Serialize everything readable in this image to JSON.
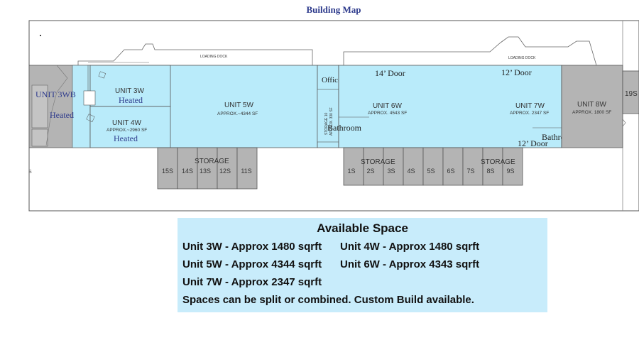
{
  "map_title": "Building Map",
  "labels": {
    "loading_dock_left": "LOADING DOCK",
    "loading_dock_right": "LOADING DOCK",
    "unit_3wb": "UNIT 3WB",
    "heated_3wb": "Heated",
    "unit_3w": "UNIT 3W",
    "heated_3w": "Heated",
    "unit_4w": "UNIT 4W",
    "unit_4w_sf": "APPROX.~2960 SF",
    "heated_4w": "Heated",
    "unit_5w": "UNIT 5W",
    "unit_5w_sf": "APPROX.~4344 SF",
    "office": "Office",
    "door_14": "14’ Door",
    "door_12_top": "12’ Door",
    "unit_6w": "UNIT 6W",
    "unit_6w_sf": "APPROX. 4543 SF",
    "storage_10": "STORAGE 10",
    "storage_10_sf": "APPROX. 330 SF",
    "bathroom_6w": "Bathroom",
    "unit_7w": "UNIT 7W",
    "unit_7w_sf": "APPROX. 2347 SF",
    "bathroom_7w": "Bathroom",
    "door_12_bottom": "12’ Door",
    "unit_8w": "UNIT 8W",
    "unit_8w_sf": "APPROX. 1800 SF",
    "storage_19s": "19S",
    "storage_left_title": "STORAGE",
    "storage_right_title_a": "STORAGE",
    "storage_right_title_b": "STORAGE",
    "edge_s": "S"
  },
  "storage_left": [
    "15S",
    "14S",
    "13S",
    "12S",
    "11S"
  ],
  "storage_right": [
    "1S",
    "2S",
    "3S",
    "4S",
    "5S",
    "6S",
    "7S",
    "8S",
    "9S"
  ],
  "available": {
    "title": "Available Space",
    "line1a": "Unit 3W - Approx 1480 sqrft",
    "line1b": "Unit 4W - Approx 1480 sqrft",
    "line2a": "Unit 5W - Approx 4344 sqrft",
    "line2b": "Unit 6W - Approx 4343 sqrft",
    "line3a": "Unit 7W - Approx 2347 sqrft",
    "line4": "Spaces can be split or combined. Custom Build available."
  },
  "colors": {
    "available_blue": "#b9ebfa",
    "occupied_gray": "#b4b4b4",
    "panel_bg": "#c8ecfb",
    "title_navy": "#2d3a8c"
  }
}
